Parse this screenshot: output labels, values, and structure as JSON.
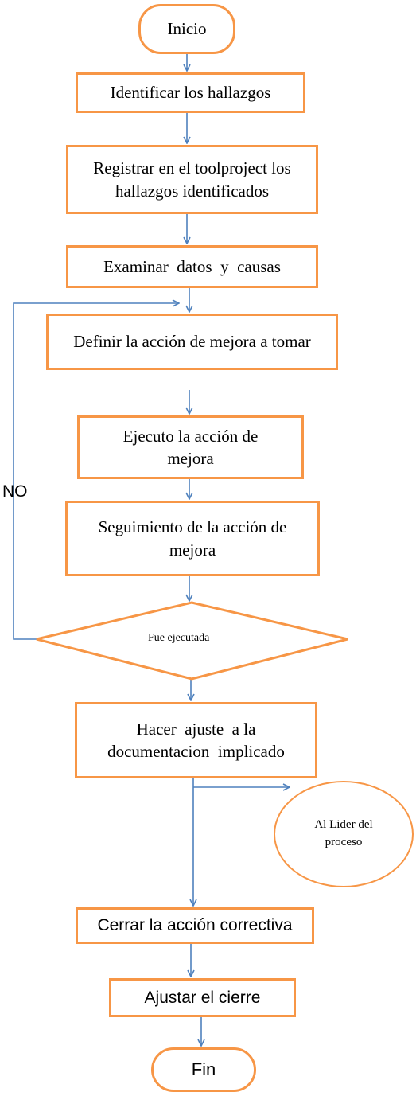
{
  "colors": {
    "box_border": "#f79646",
    "connector": "#4f81bd"
  },
  "nodes": {
    "start": "Inicio",
    "step1": "Identificar los hallazgos",
    "step2": "Registrar en el toolproject los hallazgos  identificados",
    "step3": "Examinar  datos  y  causas",
    "step4": "Definir la acción de mejora a tomar",
    "step5": "Ejecuto la acción de mejora",
    "step6": "Seguimiento de la acción de mejora",
    "decision": "Fue ejecutada",
    "loop_label": "NO",
    "step7": "Hacer  ajuste  a la documentacion  implicado",
    "notify": "Al Lider del proceso",
    "step8": "Cerrar la acción correctiva",
    "step9": "Ajustar el cierre",
    "end": "Fin"
  }
}
